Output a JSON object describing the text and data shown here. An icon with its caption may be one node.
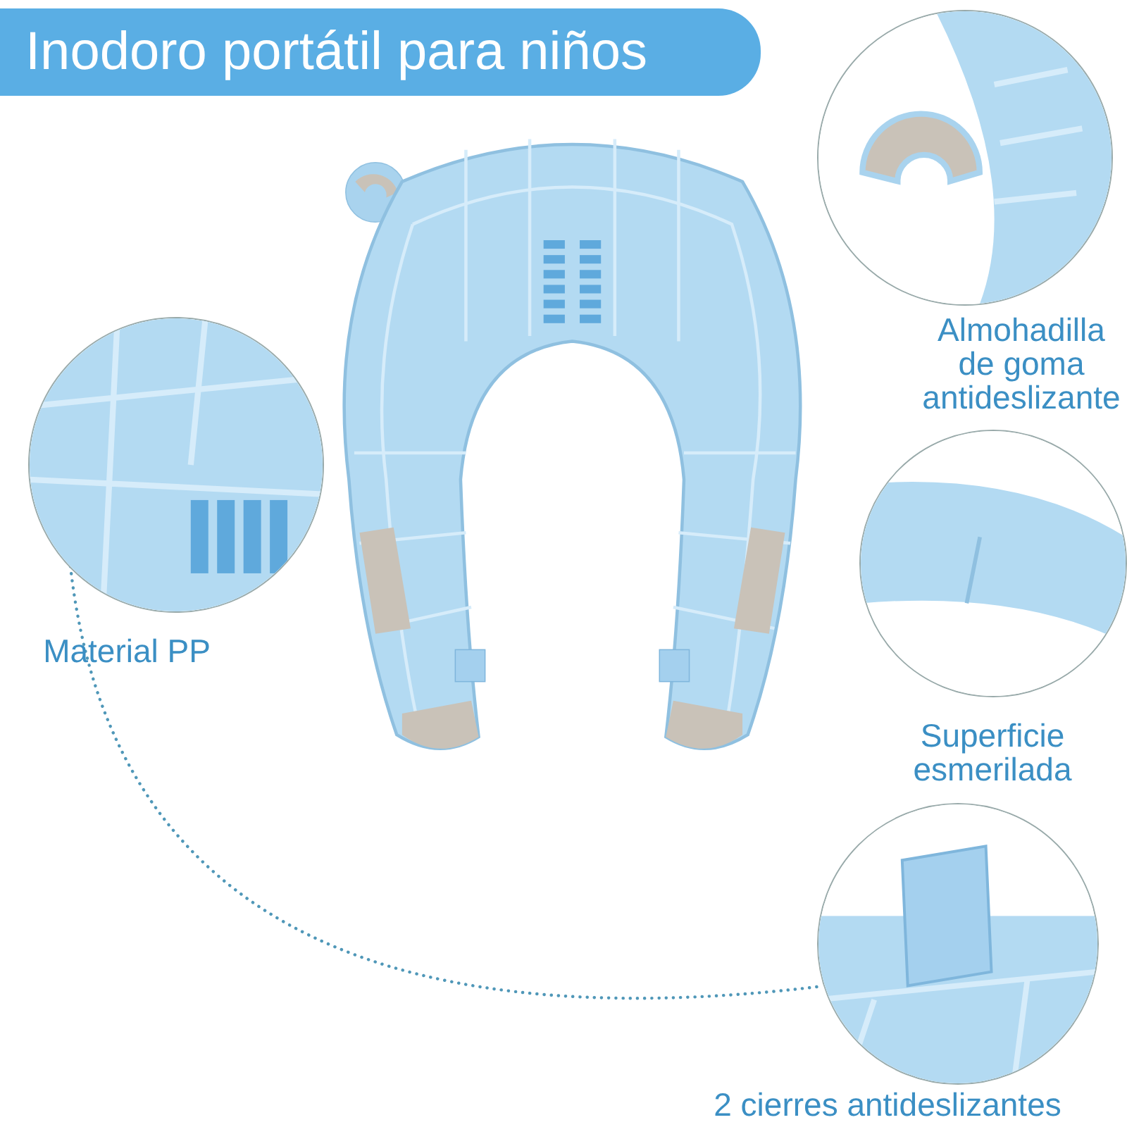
{
  "diagram": {
    "title": "Inodoro portátil para niños",
    "nodes": [
      {
        "text": [],
        "shape": "picture"
      },
      {
        "text": [],
        "shape": "picture",
        "beside": [
          "Almohadilla de goma antideslizante"
        ]
      },
      {
        "text": [],
        "shape": "picture",
        "beside": [
          "Material PP"
        ]
      },
      {
        "text": [],
        "shape": "picture",
        "beside": [
          "Superficie esmerilada"
        ]
      },
      {
        "text": [],
        "shape": "picture",
        "beside": [
          "2 cierres antideslizantes"
        ]
      }
    ],
    "edges": [
      {
        "from": 2,
        "to": 4,
        "arrow": "none",
        "style": "dashed"
      }
    ]
  }
}
